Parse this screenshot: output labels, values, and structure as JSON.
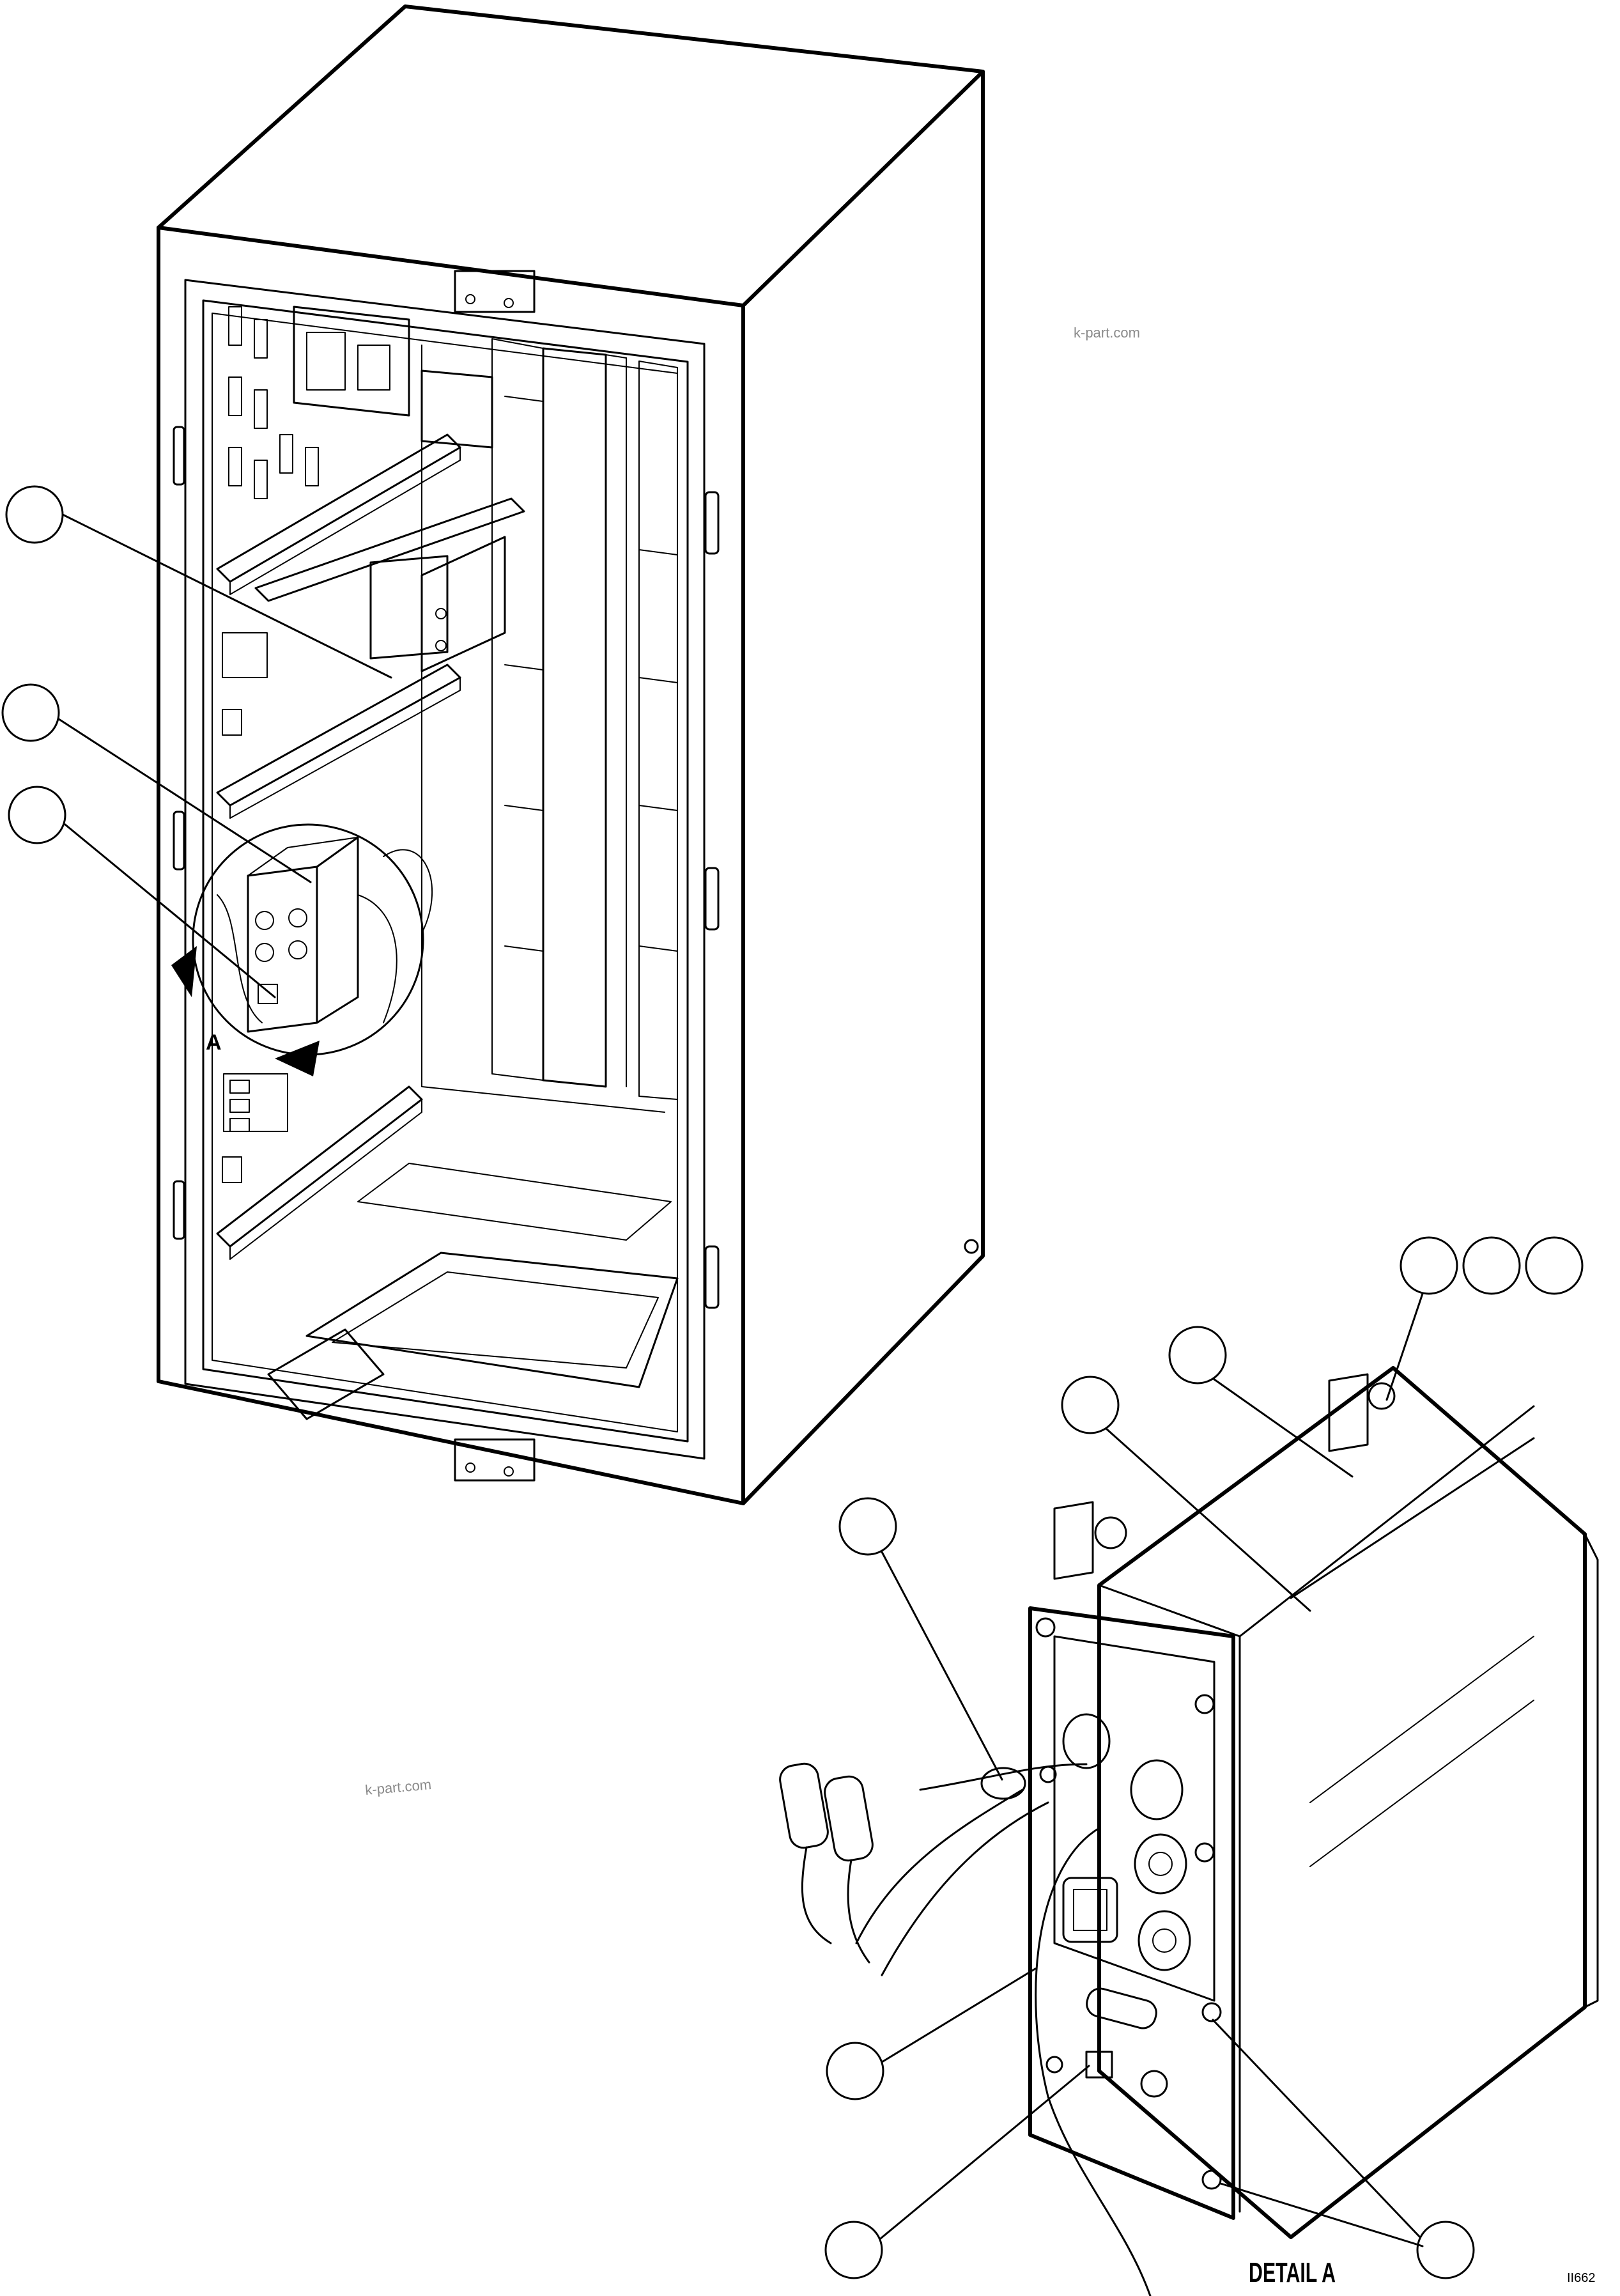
{
  "watermarks": [
    "k-part.com",
    "k-part.com"
  ],
  "detail_label": "DETAIL A",
  "section_marker": "A",
  "drawing_code": "II662"
}
